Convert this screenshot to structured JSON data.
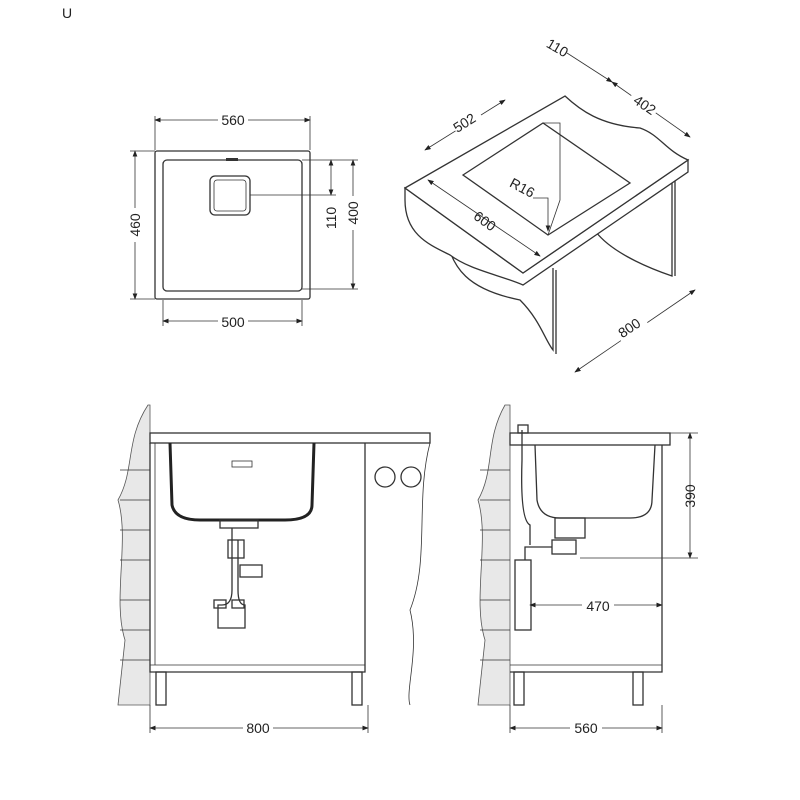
{
  "model_label": "U",
  "plan_view": {
    "width_outer": "560",
    "width_inner": "500",
    "depth_outer": "460",
    "depth_inner": "400",
    "drain_offset": "110"
  },
  "iso_view": {
    "offset": "110",
    "depth": "402",
    "length": "502",
    "worktop": "600",
    "radius": "R16",
    "cabinet": "800"
  },
  "front_view": {
    "cabinet_width": "800"
  },
  "side_view": {
    "height": "390",
    "drain_distance": "470",
    "cabinet_depth": "560"
  }
}
